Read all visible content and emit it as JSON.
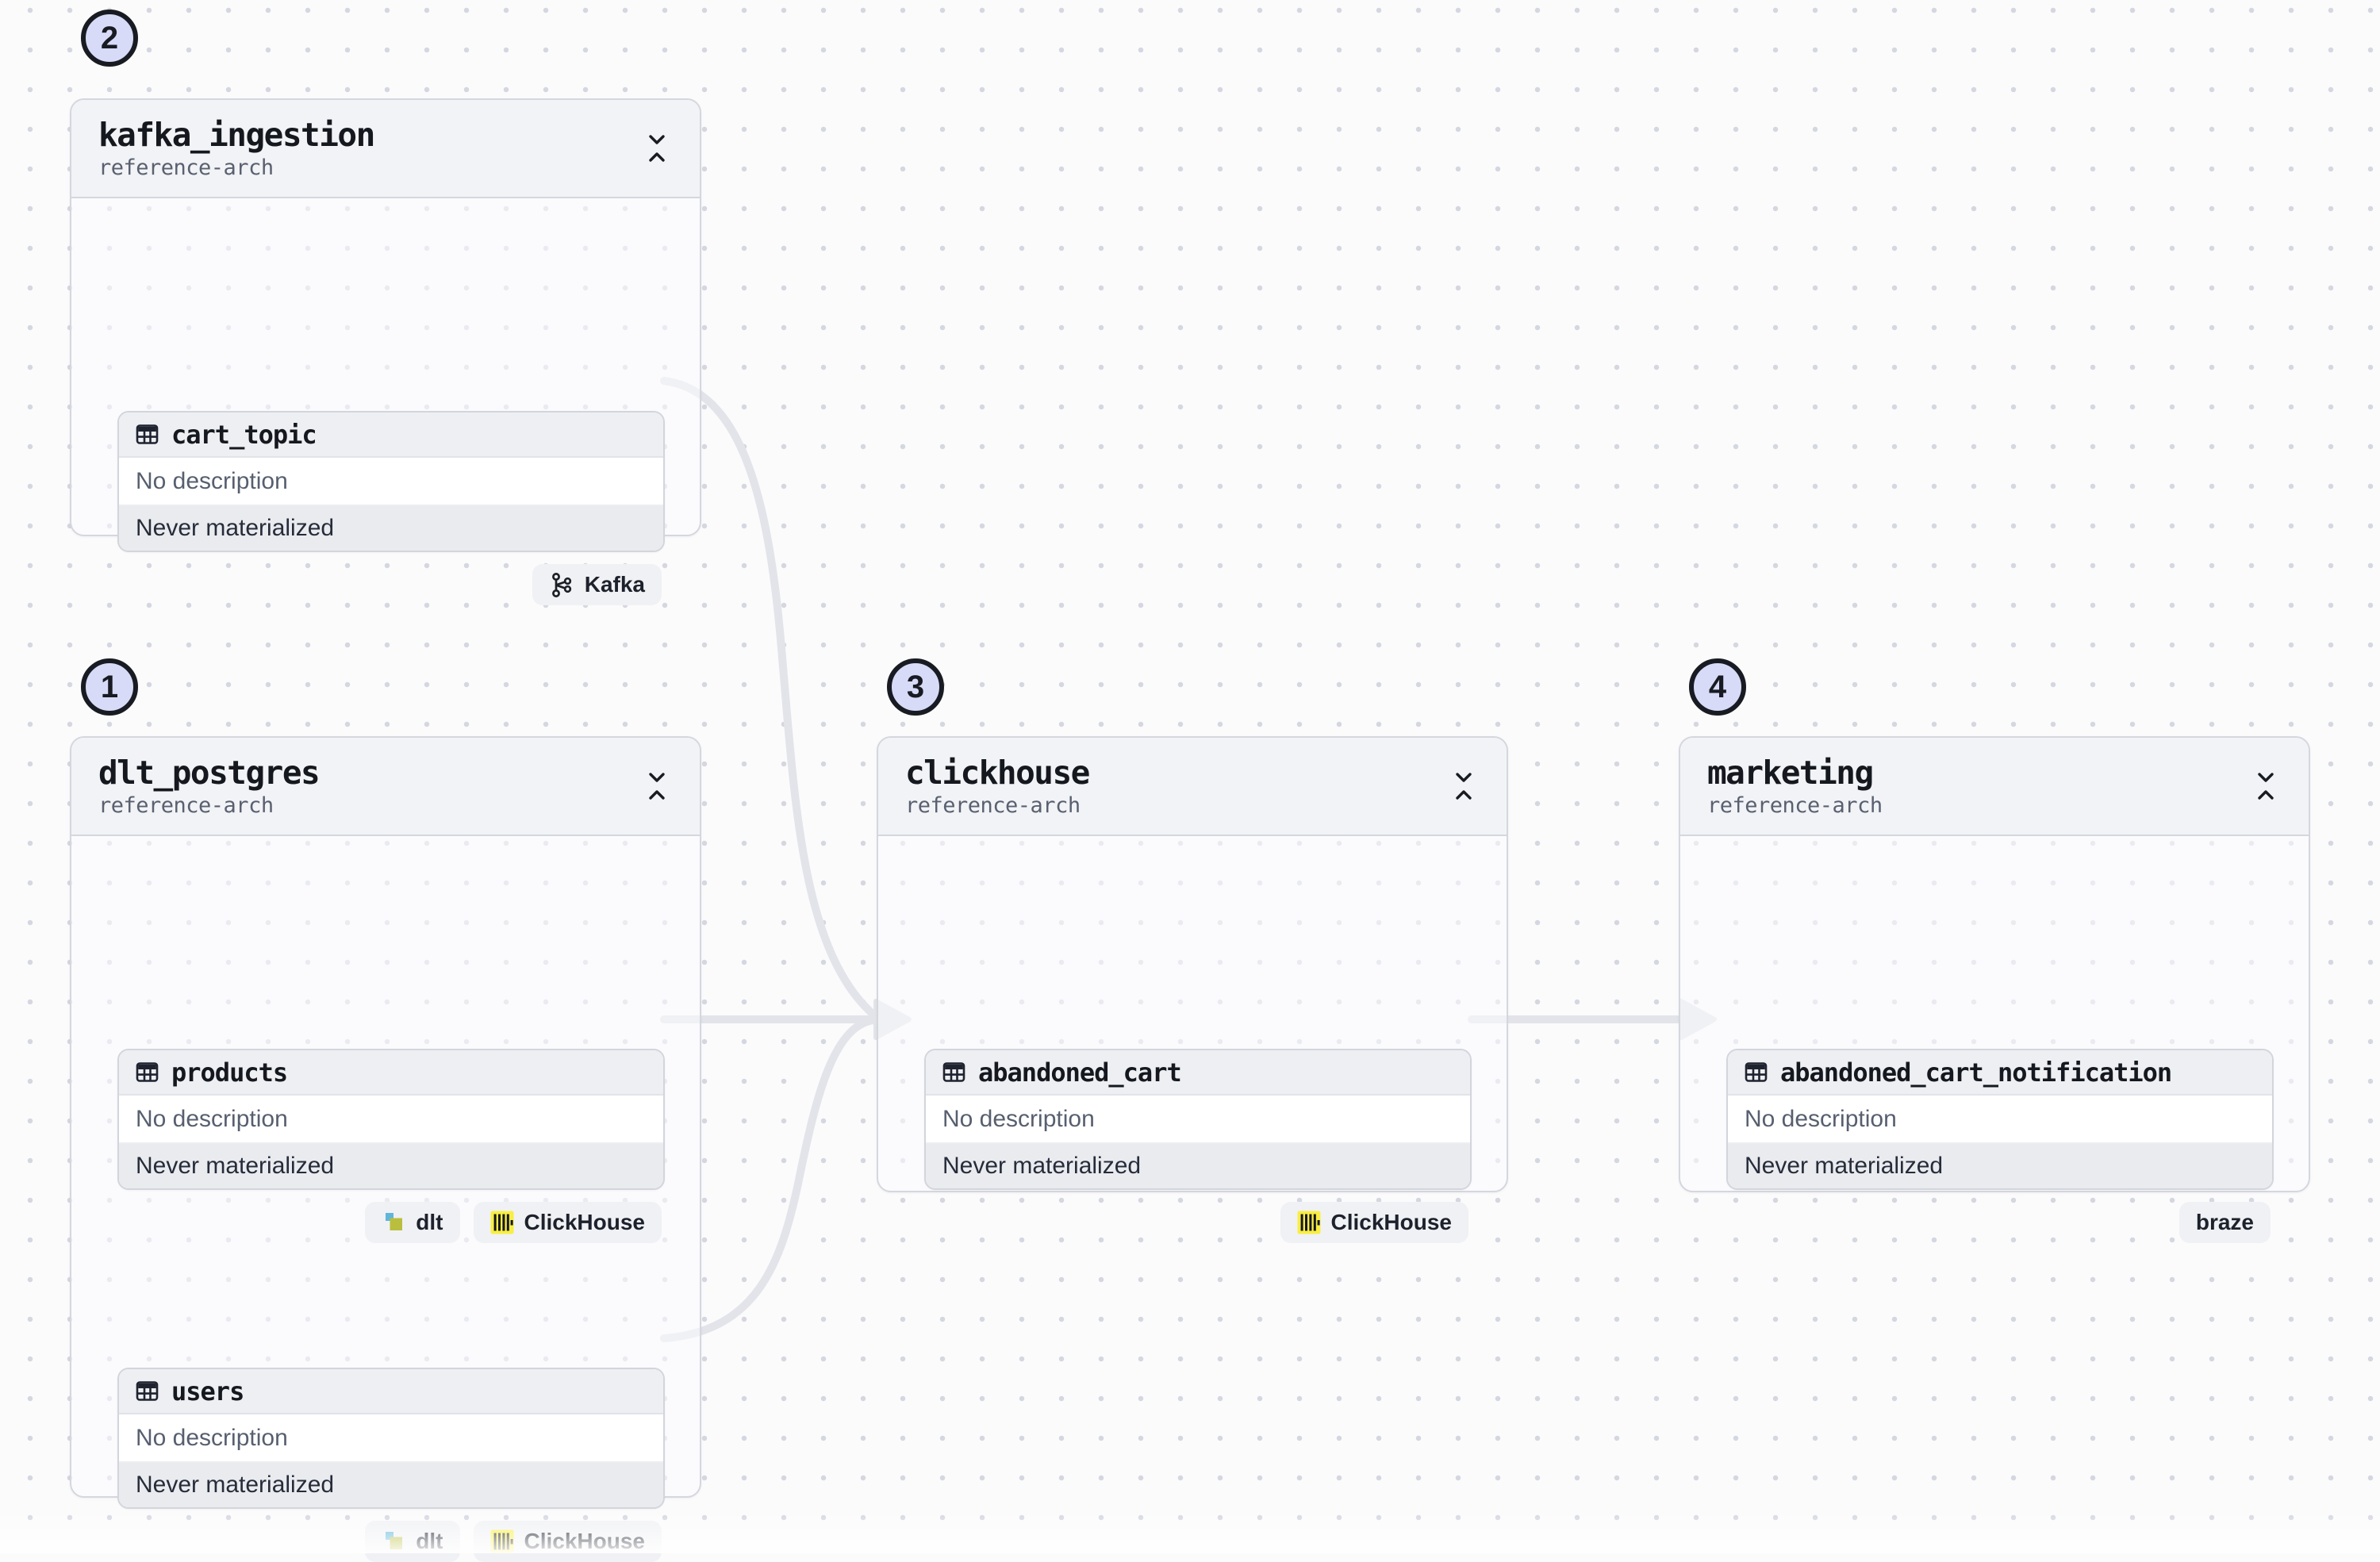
{
  "view": {
    "description_placeholder": "No description",
    "status_never": "Never materialized"
  },
  "groups": [
    {
      "id": "kafka_ingestion",
      "step_number": "2",
      "title": "kafka_ingestion",
      "subtitle": "reference-arch",
      "assets": [
        {
          "name": "cart_topic",
          "description": "No description",
          "status": "Never materialized",
          "tags": [
            {
              "label": "Kafka",
              "icon": "kafka-icon"
            }
          ]
        }
      ]
    },
    {
      "id": "dlt_postgres",
      "step_number": "1",
      "title": "dlt_postgres",
      "subtitle": "reference-arch",
      "assets": [
        {
          "name": "products",
          "description": "No description",
          "status": "Never materialized",
          "tags": [
            {
              "label": "dlt",
              "icon": "dlt-icon"
            },
            {
              "label": "ClickHouse",
              "icon": "clickhouse-icon"
            }
          ]
        },
        {
          "name": "users",
          "description": "No description",
          "status": "Never materialized",
          "tags": [
            {
              "label": "dlt",
              "icon": "dlt-icon"
            },
            {
              "label": "ClickHouse",
              "icon": "clickhouse-icon"
            }
          ]
        }
      ]
    },
    {
      "id": "clickhouse",
      "step_number": "3",
      "title": "clickhouse",
      "subtitle": "reference-arch",
      "assets": [
        {
          "name": "abandoned_cart",
          "description": "No description",
          "status": "Never materialized",
          "tags": [
            {
              "label": "ClickHouse",
              "icon": "clickhouse-icon"
            }
          ]
        }
      ]
    },
    {
      "id": "marketing",
      "step_number": "4",
      "title": "marketing",
      "subtitle": "reference-arch",
      "assets": [
        {
          "name": "abandoned_cart_notification",
          "description": "No description",
          "status": "Never materialized",
          "tags": [
            {
              "label": "braze",
              "icon": ""
            }
          ]
        }
      ]
    }
  ],
  "edges": [
    {
      "from": "cart_topic",
      "to": "abandoned_cart"
    },
    {
      "from": "products",
      "to": "abandoned_cart"
    },
    {
      "from": "users",
      "to": "abandoned_cart"
    },
    {
      "from": "abandoned_cart",
      "to": "abandoned_cart_notification"
    }
  ],
  "colors": {
    "canvas_bg": "#fbfbfc",
    "grid_dot": "#d5d7e0",
    "group_border": "#d5d7de",
    "group_header_bg": "#f2f3f6",
    "card_header_bg": "#edeff3",
    "card_status_bg": "#e9ebef",
    "edge": "#e2e4ea",
    "step_badge_bg": "#d8dbf7",
    "step_badge_border": "#181b22",
    "clickhouse_yellow": "#f9ee43",
    "dlt_blue": "#5fb6da",
    "dlt_olive": "#b9be3e",
    "text_primary": "#15181e",
    "text_secondary": "#596070"
  }
}
